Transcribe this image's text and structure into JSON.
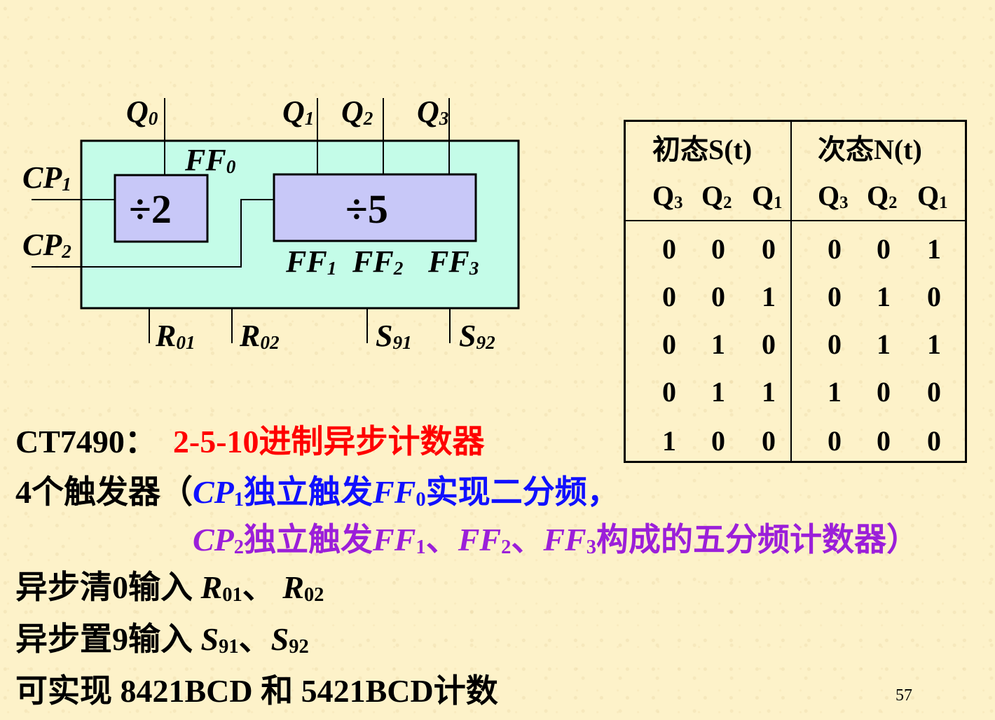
{
  "diagram": {
    "outputs": {
      "q0": {
        "base": "Q",
        "sub": "0"
      },
      "q1": {
        "base": "Q",
        "sub": "1"
      },
      "q2": {
        "base": "Q",
        "sub": "2"
      },
      "q3": {
        "base": "Q",
        "sub": "3"
      }
    },
    "inputs": {
      "cp1": {
        "base": "CP",
        "sub": "1"
      },
      "cp2": {
        "base": "CP",
        "sub": "2"
      },
      "r01": {
        "base": "R",
        "sub": "01"
      },
      "r02": {
        "base": "R",
        "sub": "02"
      },
      "s91": {
        "base": "S",
        "sub": "91"
      },
      "s92": {
        "base": "S",
        "sub": "92"
      }
    },
    "ff0": {
      "base": "FF",
      "sub": "0"
    },
    "ff1": {
      "base": "FF",
      "sub": "1"
    },
    "ff2": {
      "base": "FF",
      "sub": "2"
    },
    "ff3": {
      "base": "FF",
      "sub": "3"
    },
    "div2_label": "÷2",
    "div5_label": "÷5",
    "colors": {
      "chip_fill": "#c4fce8",
      "divider_fill": "#c8c8f8"
    }
  },
  "truth_table": {
    "header_left": "初态S(t)",
    "header_right": "次态N(t)",
    "col_base": "Q",
    "col_subs": [
      "3",
      "2",
      "1"
    ],
    "rows": [
      {
        "current": [
          "0",
          "0",
          "0"
        ],
        "next": [
          "0",
          "0",
          "1"
        ]
      },
      {
        "current": [
          "0",
          "0",
          "1"
        ],
        "next": [
          "0",
          "1",
          "0"
        ]
      },
      {
        "current": [
          "0",
          "1",
          "0"
        ],
        "next": [
          "0",
          "1",
          "1"
        ]
      },
      {
        "current": [
          "0",
          "1",
          "1"
        ],
        "next": [
          "1",
          "0",
          "0"
        ]
      },
      {
        "current": [
          "1",
          "0",
          "0"
        ],
        "next": [
          "0",
          "0",
          "0"
        ]
      }
    ]
  },
  "text": {
    "l1_prefix": "CT7490：",
    "l1_red": "2-5-10进制异步计数器",
    "l2_black": "4个触发器（",
    "l2_cp": "CP",
    "l2_cp_sub": "1",
    "l2_mid": "独立触发",
    "l2_ff": "FF",
    "l2_ff_sub": "0",
    "l2_end": "实现二分频，",
    "l3_cp": "CP",
    "l3_cp_sub": "2",
    "l3_mid": "独立触发",
    "l3_ff1": "FF",
    "l3_ff1_sub": "1",
    "l3_sep1": "、",
    "l3_ff2": "FF",
    "l3_ff2_sub": "2",
    "l3_sep2": "、",
    "l3_ff3": "FF",
    "l3_ff3_sub": "3",
    "l3_end": "构成的五分频计数器）",
    "l4_prefix": "异步清0输入 ",
    "l4_r1": "R",
    "l4_r1_sub": "01",
    "l4_sep": "、 ",
    "l4_r2": "R",
    "l4_r2_sub": "02",
    "l5_prefix": "异步置9输入 ",
    "l5_s1": "S",
    "l5_s1_sub": "91",
    "l5_sep": "、",
    "l5_s2": "S",
    "l5_s2_sub": "92",
    "l6": "可实现 8421BCD 和 5421BCD计数"
  },
  "page_number": "57"
}
